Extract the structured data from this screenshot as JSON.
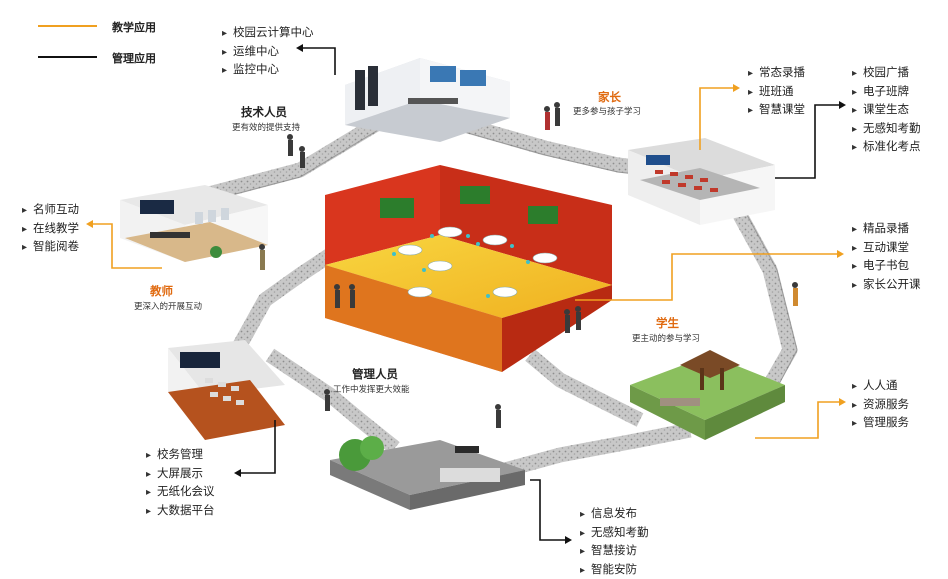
{
  "legend": {
    "teaching": {
      "label": "教学应用",
      "color": "#f0a020"
    },
    "management": {
      "label": "管理应用",
      "color": "#111111"
    }
  },
  "roles": {
    "tech": {
      "title": "技术人员",
      "desc": "更有效的提供支持"
    },
    "parent": {
      "title": "家长",
      "desc": "更多参与孩子学习"
    },
    "teacher": {
      "title": "教师",
      "desc": "更深入的开展互动"
    },
    "student": {
      "title": "学生",
      "desc": "更主动的参与学习"
    },
    "admin": {
      "title": "管理人员",
      "desc": "工作中发挥更大效能"
    }
  },
  "lists": {
    "datacenter": [
      "校园云计算中心",
      "运维中心",
      "监控中心"
    ],
    "recording": [
      "常态录播",
      "班班通",
      "智慧课堂"
    ],
    "classroom_mgmt": [
      "校园广播",
      "电子班牌",
      "课堂生态",
      "无感知考勤",
      "标准化考点"
    ],
    "teacher_apps": [
      "名师互动",
      "在线教学",
      "智能阅卷"
    ],
    "student_apps": [
      "精品录播",
      "互动课堂",
      "电子书包",
      "家长公开课"
    ],
    "campus_services": [
      "人人通",
      "资源服务",
      "管理服务"
    ],
    "admin_apps": [
      "校务管理",
      "大屏展示",
      "无纸化会议",
      "大数据平台"
    ],
    "gate_apps": [
      "信息发布",
      "无感知考勤",
      "智慧接访",
      "智能安防"
    ]
  },
  "colors": {
    "accent_orange": "#f0a020",
    "role_orange": "#e06a10",
    "room_red": "#d9361e",
    "floor_yellow": "#f5c530",
    "road_gray": "#b8b8b8"
  },
  "icons": [
    "list-arrow-icon"
  ]
}
